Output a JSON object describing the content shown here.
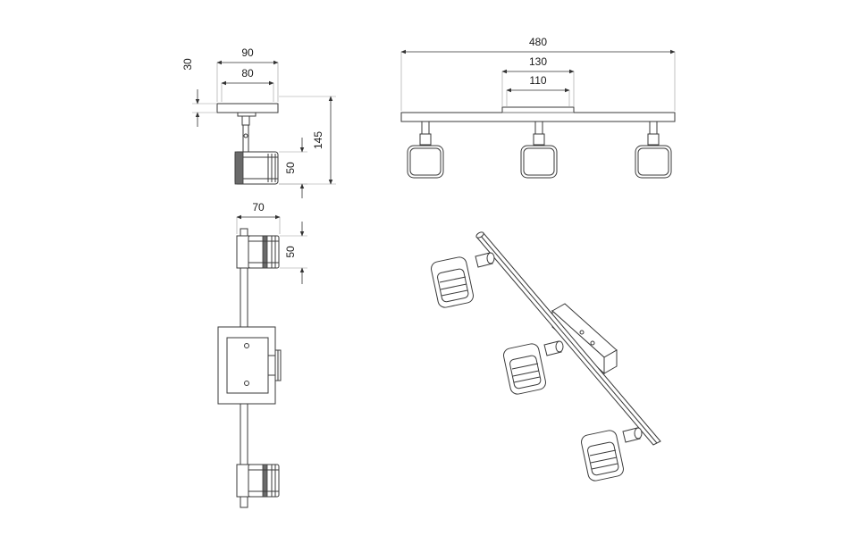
{
  "dimensions": {
    "side_top_width_outer": "90",
    "side_top_width_inner": "80",
    "side_top_height": "30",
    "side_total_height": "145",
    "side_head_height": "50",
    "top_head_width": "70",
    "top_head_height": "50",
    "front_total_width": "480",
    "front_base_width": "130",
    "front_base_inner": "110"
  },
  "colors": {
    "line": "#3a3a3a",
    "dimension": "#333333",
    "background": "#ffffff"
  }
}
